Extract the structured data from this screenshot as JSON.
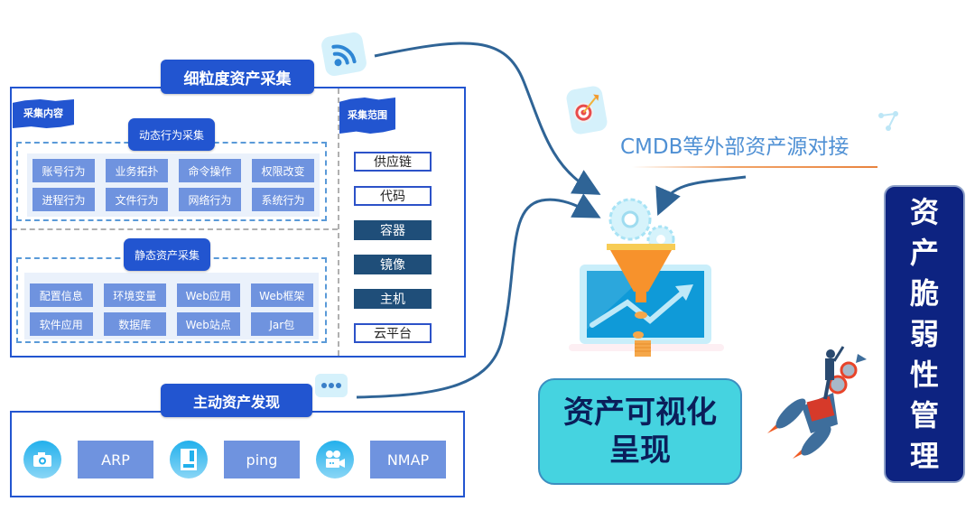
{
  "collection": {
    "title": "细粒度资产采集",
    "content_flag": "采集内容",
    "scope_flag": "采集范围",
    "dynamic": {
      "title": "动态行为采集",
      "items": [
        "账号行为",
        "业务拓扑",
        "命令操作",
        "权限改变",
        "进程行为",
        "文件行为",
        "网络行为",
        "系统行为"
      ]
    },
    "static": {
      "title": "静态资产采集",
      "items": [
        "配置信息",
        "环境变量",
        "Web应用",
        "Web框架",
        "软件应用",
        "数据库",
        "Web站点",
        "Jar包"
      ]
    },
    "scope": [
      {
        "label": "供应链",
        "style": "light"
      },
      {
        "label": "代码",
        "style": "light"
      },
      {
        "label": "容器",
        "style": "dark"
      },
      {
        "label": "镜像",
        "style": "dark"
      },
      {
        "label": "主机",
        "style": "dark"
      },
      {
        "label": "云平台",
        "style": "light"
      }
    ]
  },
  "discovery": {
    "title": "主动资产发现",
    "items": [
      {
        "icon": "camera-icon",
        "label": "ARP"
      },
      {
        "icon": "server-icon",
        "label": "ping"
      },
      {
        "icon": "video-camera-icon",
        "label": "NMAP"
      }
    ]
  },
  "cmdb": {
    "label": "CMDB等外部资产源对接"
  },
  "visualization": {
    "label": "资产可视化呈现"
  },
  "vulnerability": {
    "label": "资产脆弱性管理",
    "chars": [
      "资",
      "产",
      "脆",
      "弱",
      "性",
      "管",
      "理"
    ]
  },
  "colors": {
    "primary_blue": "#2255d0",
    "tag_blue": "#6f93df",
    "scope_dark": "#1f4e79",
    "vis_cyan": "#45d3e0",
    "vuln_navy": "#0d2381",
    "cmdb_text": "#4f90d4",
    "arrow": "#2f6496"
  }
}
